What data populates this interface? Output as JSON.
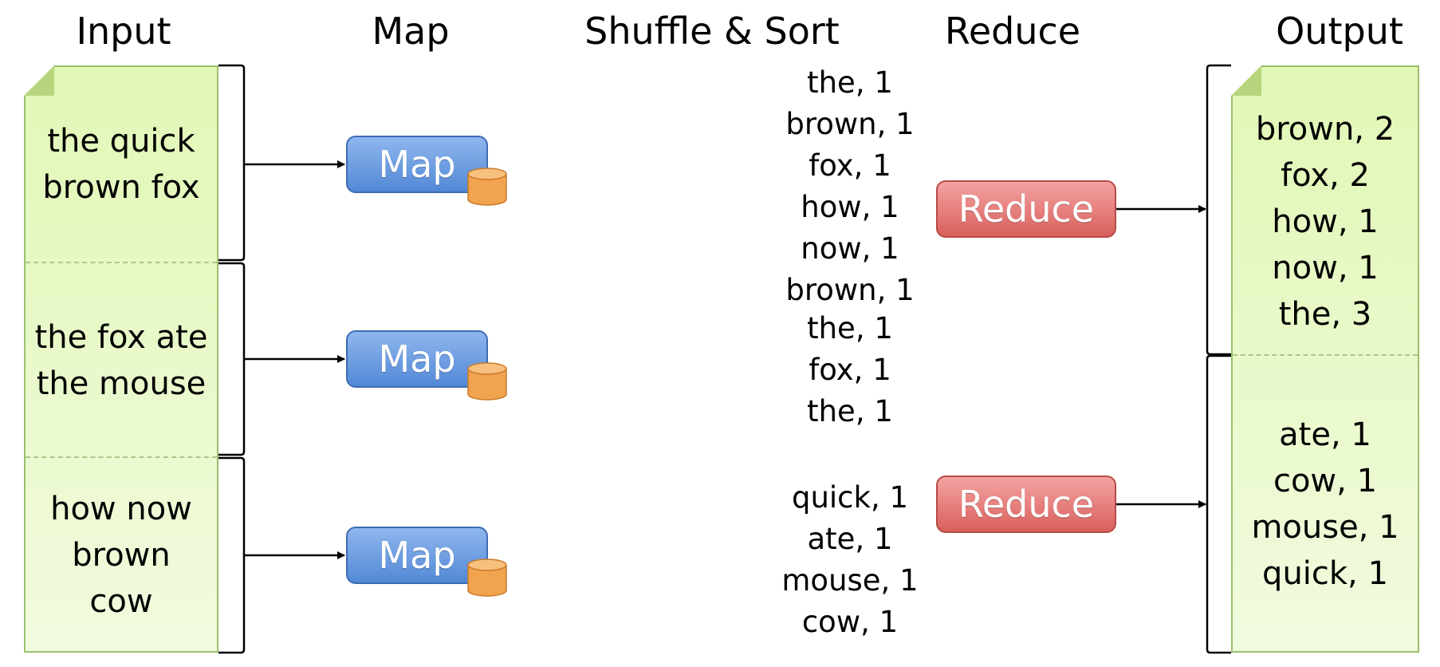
{
  "headers": {
    "input": "Input",
    "map": "Map",
    "shuffle": "Shuffle & Sort",
    "reduce": "Reduce",
    "output": "Output"
  },
  "input_splits": [
    {
      "lines": [
        "the quick",
        "brown fox"
      ]
    },
    {
      "lines": [
        "the fox ate",
        "the mouse"
      ]
    },
    {
      "lines": [
        "how now",
        "brown",
        "cow"
      ]
    }
  ],
  "map_label": "Map",
  "reduce_label": "Reduce",
  "shuffle_groups": [
    [
      "the, 1",
      "brown, 1",
      "fox, 1",
      "how, 1",
      "now, 1",
      "brown, 1",
      "the, 1",
      "fox, 1",
      "the, 1"
    ],
    [
      "quick, 1",
      "ate, 1",
      "mouse, 1",
      "cow, 1"
    ]
  ],
  "output_splits": [
    {
      "lines": [
        "brown, 2",
        "fox, 2",
        "how, 1",
        "now, 1",
        "the, 3"
      ]
    },
    {
      "lines": [
        "ate, 1",
        "cow, 1",
        "mouse, 1",
        "quick, 1"
      ]
    }
  ],
  "colors": {
    "doc_fill": "#e8f8c6",
    "map_fill": "#6f9fe2",
    "reduce_fill": "#e57c78",
    "store_fill": "#f2a34f"
  }
}
